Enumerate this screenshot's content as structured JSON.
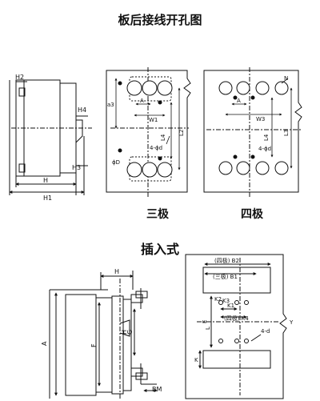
{
  "titles": {
    "rear_drilling": "板后接线开孔图",
    "three_pole": "三极",
    "four_pole": "四极",
    "plug_in": "插入式"
  },
  "side_view": {
    "H": "H",
    "H1": "H1",
    "H2": "H2",
    "H3": "H3",
    "H4": "H4"
  },
  "three_pole_view": {
    "a3": "a3",
    "A": "A",
    "W1": "W1",
    "L2": "L2",
    "L4": "L4",
    "od": "ϕD",
    "holes": "4-ϕd"
  },
  "four_pole_view": {
    "N": "N",
    "A": "A",
    "W3": "W3",
    "L3": "L3",
    "L4": "L4",
    "holes": "4-ϕd"
  },
  "plug_side": {
    "H": "H",
    "A": "A",
    "F": "F",
    "G": "G",
    "H_v": "H",
    "BM": "BM"
  },
  "plug_front": {
    "B2": "(四极) B2",
    "B1": "(三极) B1",
    "K1": "K1",
    "K3": "K3",
    "K4": "(四极) K4",
    "K2": "K2",
    "L": "L",
    "E": "E",
    "holes": "4-d",
    "K": "K",
    "Y": "Y"
  }
}
